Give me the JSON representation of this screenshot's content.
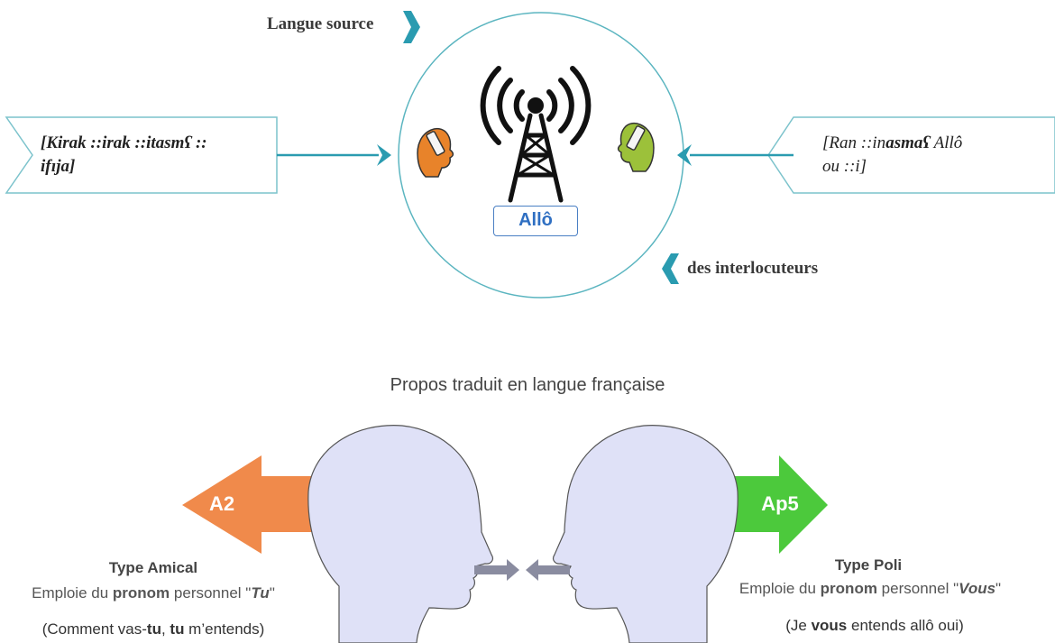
{
  "top": {
    "source_label": "Langue source",
    "interlocutors_label": "des interlocuteurs",
    "left_quote": {
      "part1": "[Kirak ::irak ::itasm",
      "part2": "ʕ ::",
      "line2": "ifɪja]"
    },
    "right_quote": {
      "part1": "[Ran ::in",
      "part2": "asmaʕ",
      "part3": " Allô",
      "line2": "ou ::i]"
    },
    "center_badge": "Allô",
    "colors": {
      "teal": "#2a9bb0",
      "circle": "#5bb5c0",
      "orange_head": "#e8832a",
      "green_head": "#9cc13a",
      "box_border": "#4a7fc4"
    },
    "icons": [
      "antenna-tower-icon",
      "person-phone-left-icon",
      "person-phone-right-icon"
    ]
  },
  "bottom": {
    "title": "Propos traduit en langue française",
    "left": {
      "arrow_label": "A2",
      "type": "Type Amical",
      "desc_prefix": "Emploie du ",
      "desc_bold": "pronom",
      "desc_mid": " personnel \"",
      "desc_pronoun": "Tu",
      "desc_suffix": "\"",
      "ex_prefix": "(Comment vas-",
      "ex_b1": "tu",
      "ex_mid": ", ",
      "ex_b2": "tu",
      "ex_suffix": " m’entends)"
    },
    "right": {
      "arrow_label": "Ap5",
      "type": "Type Poli",
      "desc_prefix": "Emploie du ",
      "desc_bold": "pronom",
      "desc_mid": " personnel \"",
      "desc_pronoun": "Vous",
      "desc_suffix": "\"",
      "ex_prefix": "(Je ",
      "ex_bold": "vous",
      "ex_suffix": " entends allô oui)"
    },
    "colors": {
      "orange_arrow": "#f08a4b",
      "green_arrow": "#4cc93c",
      "head_fill": "#dfe1f7",
      "head_stroke": "#555",
      "small_arrow": "#8a8ca0"
    }
  }
}
